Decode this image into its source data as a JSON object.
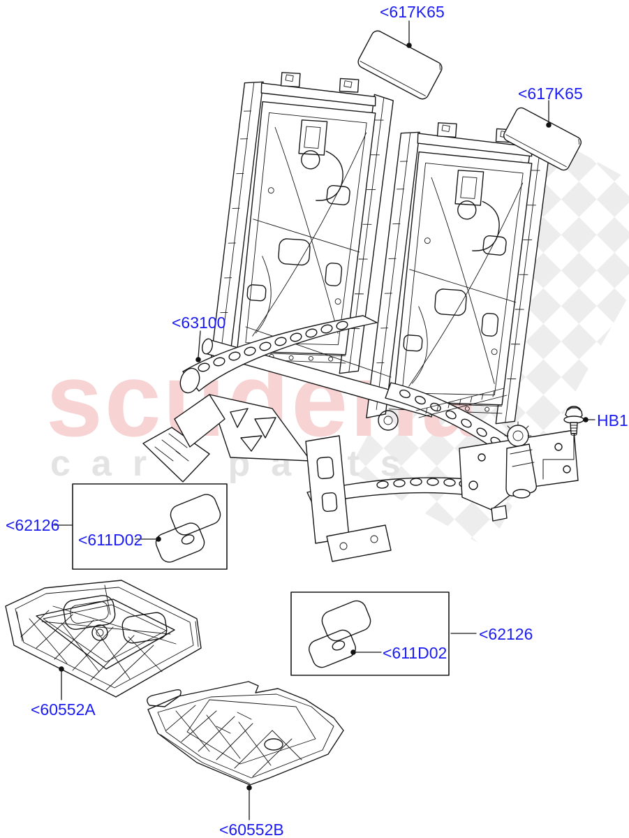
{
  "watermark": {
    "brand": "scuderia",
    "tagline": "car parts",
    "brand_color": "#f7d3d4",
    "tagline_color": "#e3e3e3",
    "checker_color": "#ededed"
  },
  "label_color": "#1a1af2",
  "line_color": "#161616",
  "labels": {
    "panel_top": "<617K65",
    "panel_right": "<617K65",
    "seat_base_frame": "<63100",
    "bolt": "HB1",
    "kit_left": "<62126",
    "pad_left": "<611D02",
    "kit_right": "<62126",
    "pad_right": "<611D02",
    "cushion_frame_left": "<60552A",
    "cushion_frame_center": "<60552B"
  }
}
